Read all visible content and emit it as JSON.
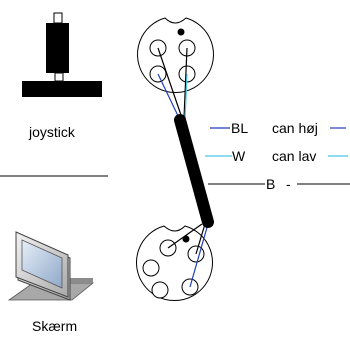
{
  "labels": {
    "joystick": "joystick",
    "screen": "Skærm",
    "wire_bl": "BL",
    "wire_w": "W",
    "wire_b": "B",
    "can_high": "can høj",
    "can_low": "can lav",
    "dash": "-"
  },
  "colors": {
    "line": "#000000",
    "blue_wire": "#1f3fbf",
    "cyan_wire": "#46c8e6",
    "monitor_body": "#cfcfcf",
    "monitor_screen": "#8aa6c8"
  },
  "icons": {
    "joystick": "joystick-icon",
    "screen": "monitor-icon",
    "connector": "din-connector-icon"
  }
}
